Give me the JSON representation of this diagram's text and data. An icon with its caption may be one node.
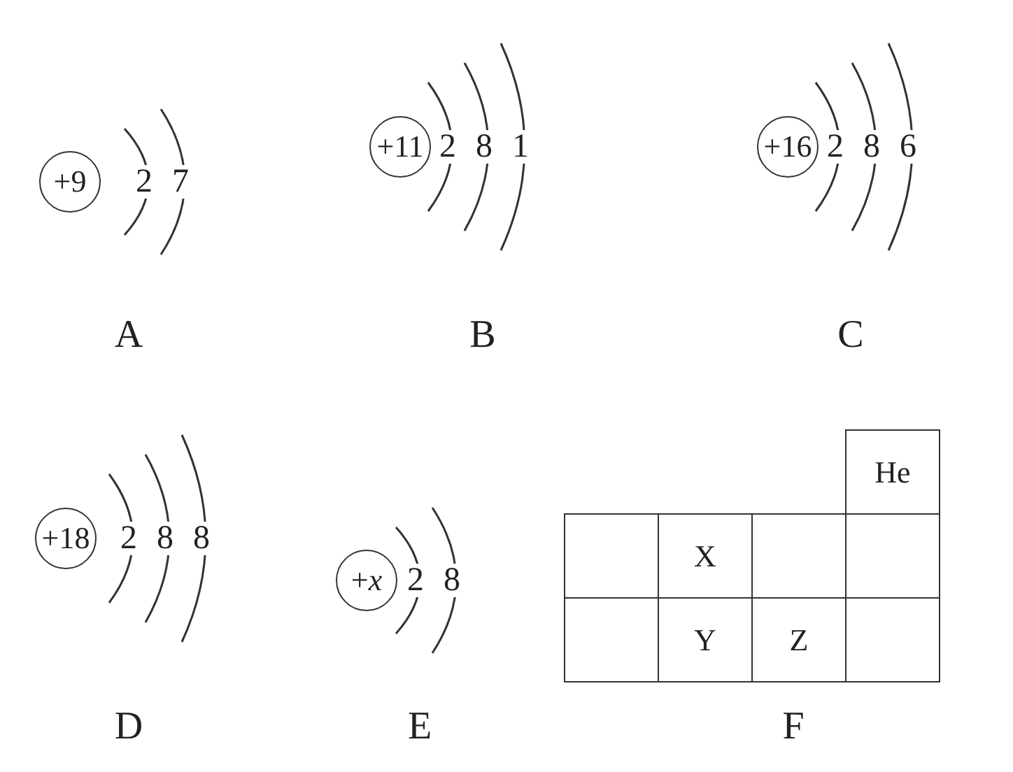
{
  "diagram": {
    "nodes": [
      {
        "text": [
          "+9"
        ],
        "beside": [
          "2",
          "7"
        ]
      },
      {
        "text": [
          "+11"
        ],
        "beside": [
          "2",
          "8",
          "1"
        ]
      },
      {
        "text": [
          "+16"
        ],
        "beside": [
          "2",
          "8",
          "6"
        ]
      },
      {
        "text": [
          "+18"
        ],
        "beside": [
          "2",
          "8",
          "8"
        ]
      },
      {
        "text": [
          "+*x*"
        ],
        "beside": [
          "2",
          "8"
        ]
      }
    ],
    "labels": [
      "A",
      "B",
      "C",
      "He",
      "X",
      "Y",
      "Z",
      "D",
      "E",
      "F"
    ]
  }
}
